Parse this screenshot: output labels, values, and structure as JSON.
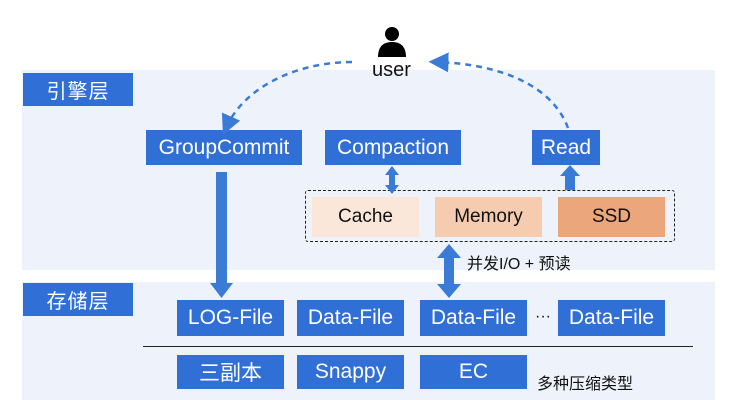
{
  "user": {
    "label": "user",
    "icon": "user-icon"
  },
  "layers": {
    "engine": "引擎层",
    "storage": "存储层"
  },
  "engine_boxes": {
    "group_commit": "GroupCommit",
    "compaction": "Compaction",
    "read": "Read"
  },
  "memory_tier": {
    "cache": "Cache",
    "memory": "Memory",
    "ssd": "SSD"
  },
  "parallel_io_label": "并发I/O + 预读",
  "files": {
    "log_file": "LOG-File",
    "data_file_1": "Data-File",
    "data_file_2": "Data-File",
    "ellipsis": "···",
    "data_file_3": "Data-File"
  },
  "redundancy": {
    "three_replicas": "三副本",
    "snappy": "Snappy",
    "ec": "EC",
    "compression_types": "多种压缩类型"
  },
  "colors": {
    "accent": "#2f6fd6",
    "layer_bg": "#eef3fb",
    "cache": "#fbe7da",
    "memory": "#f6ccb0",
    "ssd": "#eba67c",
    "arrow": "#3a7bd5"
  }
}
